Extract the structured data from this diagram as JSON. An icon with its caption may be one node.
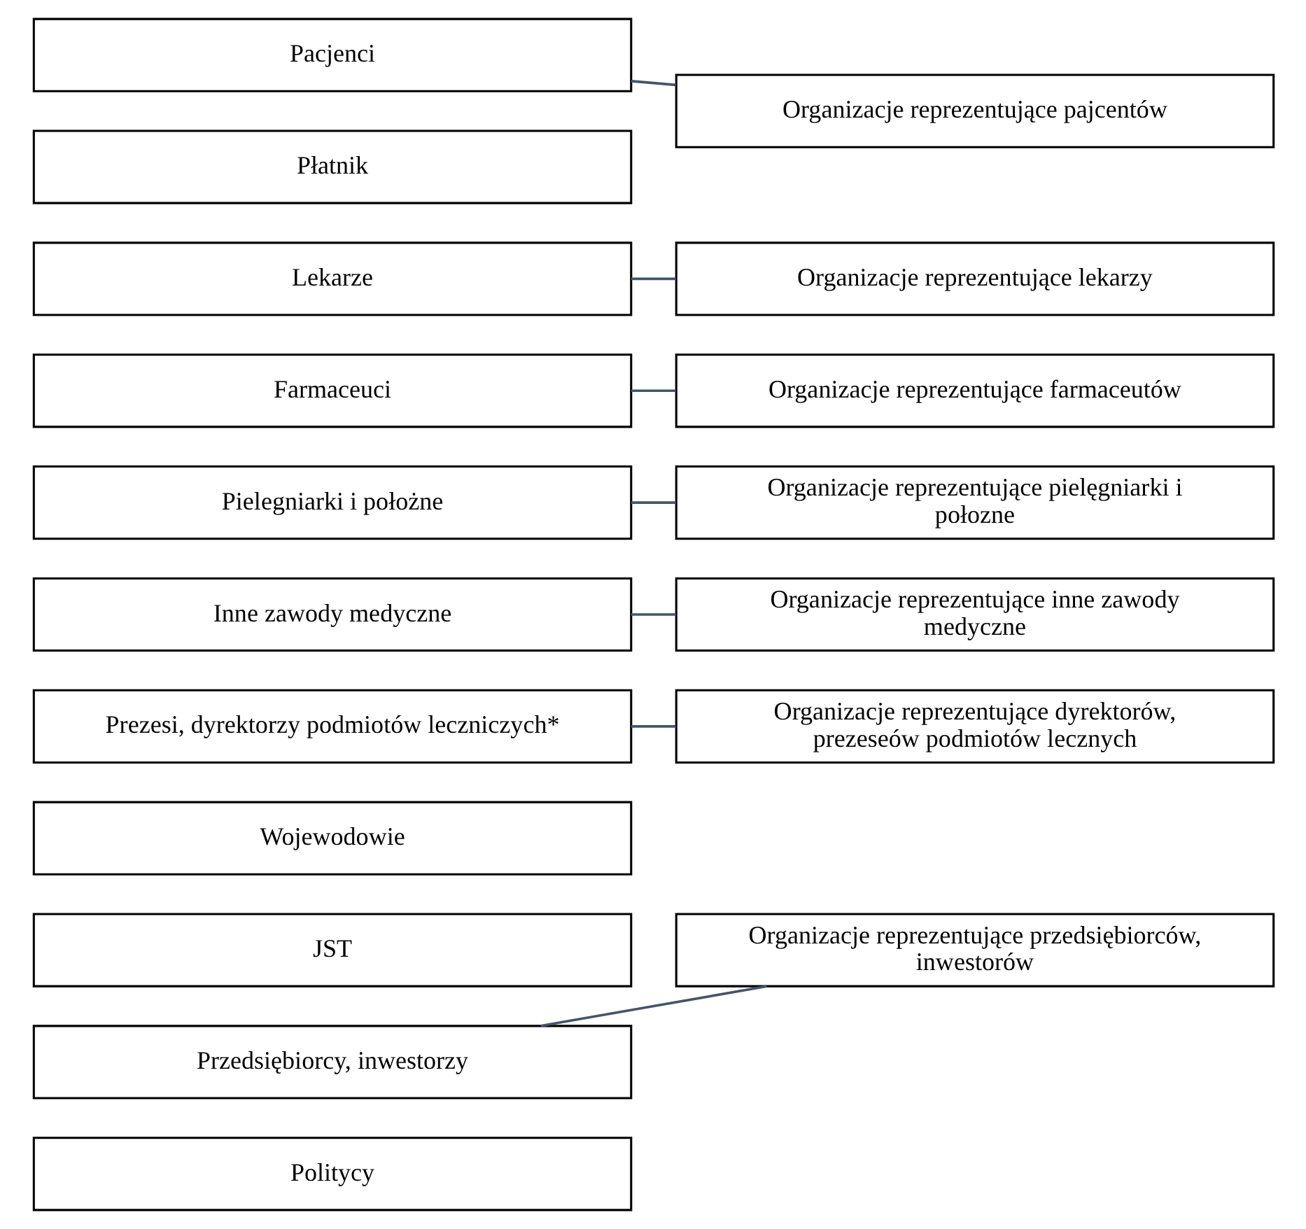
{
  "diagram": {
    "nodes": [
      {
        "text": [
          "Pacjenci"
        ]
      },
      {
        "text": [
          "Organizacje reprezentujące pajcentów"
        ]
      },
      {
        "text": [
          "Płatnik"
        ]
      },
      {
        "text": [
          "Lekarze"
        ]
      },
      {
        "text": [
          "Organizacje reprezentujące lekarzy"
        ]
      },
      {
        "text": [
          "Farmaceuci"
        ]
      },
      {
        "text": [
          "Organizacje reprezentujące farmaceutów"
        ]
      },
      {
        "text": [
          "Pielegniarki i położne"
        ]
      },
      {
        "text": [
          "Organizacje reprezentujące pielęgniarki i połozne"
        ]
      },
      {
        "text": [
          "Inne zawody medyczne"
        ]
      },
      {
        "text": [
          "Organizacje reprezentujące inne zawody medyczne"
        ]
      },
      {
        "text": [
          "Prezesi, dyrektorzy podmiotów leczniczych*"
        ]
      },
      {
        "text": [
          "Organizacje reprezentujące dyrektorów, prezeseów podmiotów lecznych"
        ]
      },
      {
        "text": [
          "Wojewodowie"
        ]
      },
      {
        "text": [
          "JST"
        ]
      },
      {
        "text": [
          "Przedsiębiorcy, inwestorzy"
        ]
      },
      {
        "text": [
          "Organizacje reprezentujące przedsiębiorców, inwestorów"
        ]
      },
      {
        "text": [
          "Politycy"
        ]
      }
    ],
    "edges": [
      {
        "from": 0,
        "to": 1,
        "arrow": "none"
      },
      {
        "from": 3,
        "to": 4,
        "arrow": "none"
      },
      {
        "from": 5,
        "to": 6,
        "arrow": "none"
      },
      {
        "from": 7,
        "to": 8,
        "arrow": "none"
      },
      {
        "from": 9,
        "to": 10,
        "arrow": "none"
      },
      {
        "from": 11,
        "to": 12,
        "arrow": "none"
      },
      {
        "from": 15,
        "to": 16,
        "arrow": "none"
      }
    ]
  }
}
